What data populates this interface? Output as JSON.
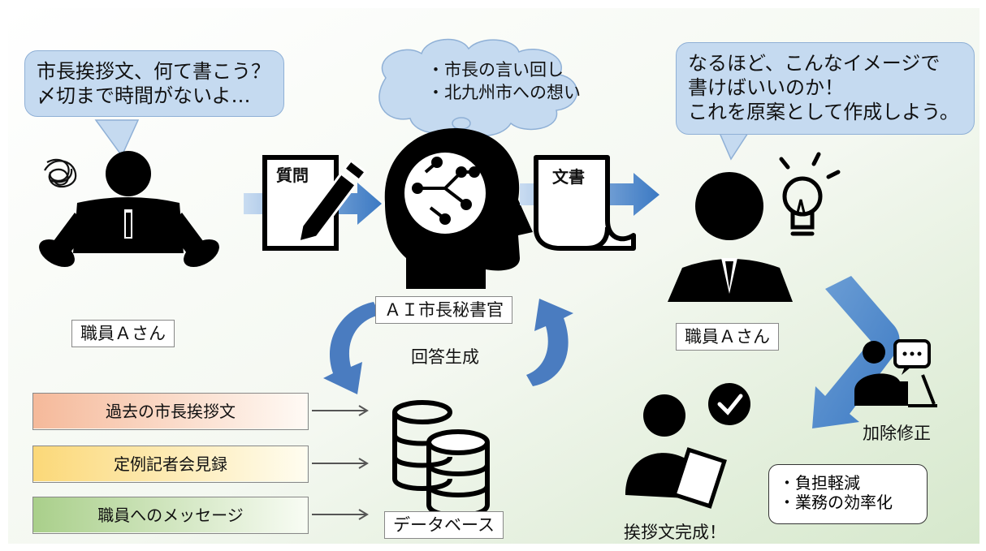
{
  "staff_left": {
    "speech": [
      "市長挨拶文、何て書こう？",
      "〆切まで時間がないよ…"
    ],
    "label": "職員Ａさん"
  },
  "thought_cloud": [
    "・市長の言い回し",
    "・北九州市への想い"
  ],
  "question_label": "質問",
  "document_label": "文書",
  "ai_label": "ＡＩ市長秘書官",
  "generate_label": "回答生成",
  "database_label": "データベース",
  "sources": [
    "過去の市長挨拶文",
    "定例記者会見録",
    "職員へのメッセージ"
  ],
  "staff_right": {
    "speech": [
      "なるほど、こんなイメージで",
      "書けばいいのか！",
      "これを原案として作成しよう。"
    ],
    "label": "職員Ａさん"
  },
  "edit_label": "加除修正",
  "complete_label": "挨拶文完成！",
  "benefits": [
    "・負担軽減",
    "・業務の効率化"
  ],
  "colors": {
    "arrow_blue": "#4a86c8",
    "bubble_fill": "#c5daf0",
    "source_orange": "#f6c7a8",
    "source_yellow": "#fbe39a",
    "source_green": "#b7d69a"
  }
}
